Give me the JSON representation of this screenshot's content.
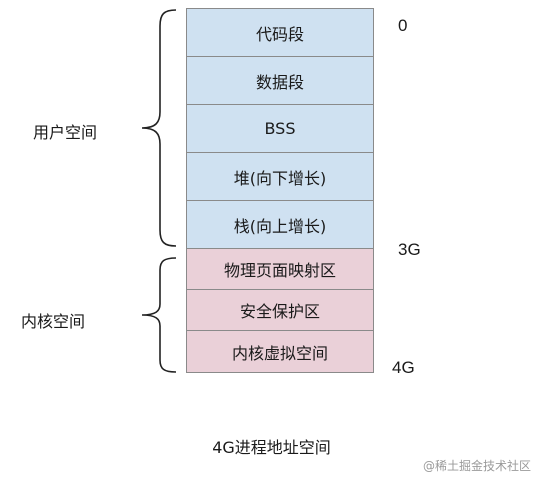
{
  "user_space": {
    "label": "用户空间",
    "segments": [
      "代码段",
      "数据段",
      "BSS",
      "堆(向下增长)",
      "栈(向上增长)"
    ]
  },
  "kernel_space": {
    "label": "内核空间",
    "segments": [
      "物理页面映射区",
      "安全保护区",
      "内核虚拟空间"
    ]
  },
  "addresses": {
    "start": "0",
    "user_end": "3G",
    "kernel_end": "4G"
  },
  "caption": "4G进程地址空间",
  "watermark": "@稀土掘金技术社区",
  "colors": {
    "user_fill": "#cfe1f1",
    "kernel_fill": "#ead0d8",
    "border": "#8a8a8a"
  }
}
